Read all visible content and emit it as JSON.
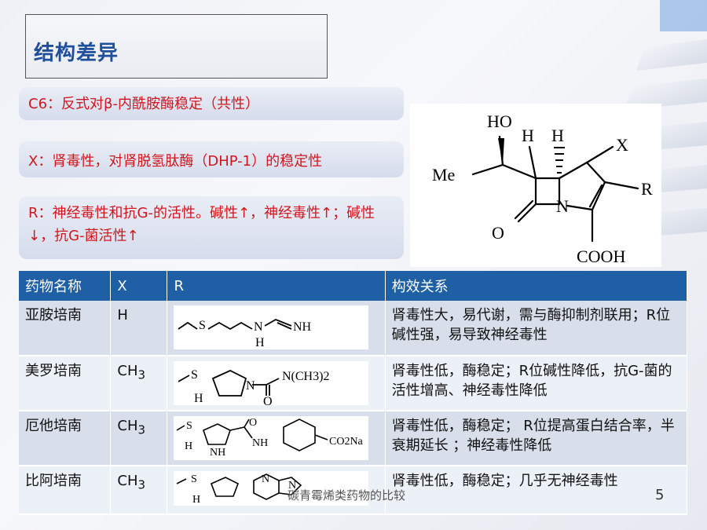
{
  "title": "结构差异",
  "notes": [
    "C6：反式对β-内酰胺酶稳定（共性）",
    "X：肾毒性，对肾脱氢肽酶（DHP-1）的稳定性",
    "R：神经毒性和抗G-的活性。碱性↑，神经毒性↑；碱性↓，抗G-菌活性↑"
  ],
  "structure_labels": {
    "ho": "HO",
    "h1": "H",
    "h2": "H",
    "x": "X",
    "me": "Me",
    "r": "R",
    "n": "N",
    "o": "O",
    "cooh": "COOH"
  },
  "table": {
    "headers": [
      "药物名称",
      "X",
      "R",
      "构效关系"
    ],
    "rows": [
      {
        "name": "亚胺培南",
        "x": "H",
        "r_labels": [
          "S",
          "N",
          "H",
          "NH"
        ],
        "sar": "肾毒性大，易代谢，需与酶抑制剂联用；R位碱性强，易导致神经毒性"
      },
      {
        "name": "美罗培南",
        "x": "CH3",
        "r_labels": [
          "S",
          "N(CH3)2",
          "N",
          "H",
          "O"
        ],
        "sar": "肾毒性低，酶稳定；R位碱性降低，抗G-菌的活性增高、神经毒性降低"
      },
      {
        "name": "厄他培南",
        "x": "CH3",
        "r_labels": [
          "S",
          "O",
          "NH",
          "H",
          "NH",
          "CO2Na"
        ],
        "sar": "肾毒性低，酶稳定； R位提高蛋白结合率，半衰期延长 ；神经毒性降低"
      },
      {
        "name": "比阿培南",
        "x": "CH3",
        "r_labels": [
          "S",
          "N",
          "N",
          "H"
        ],
        "sar": "肾毒性低，酶稳定；几乎无神经毒性"
      }
    ]
  },
  "footer": "碳青霉烯类药物的比较",
  "page_number": "5"
}
